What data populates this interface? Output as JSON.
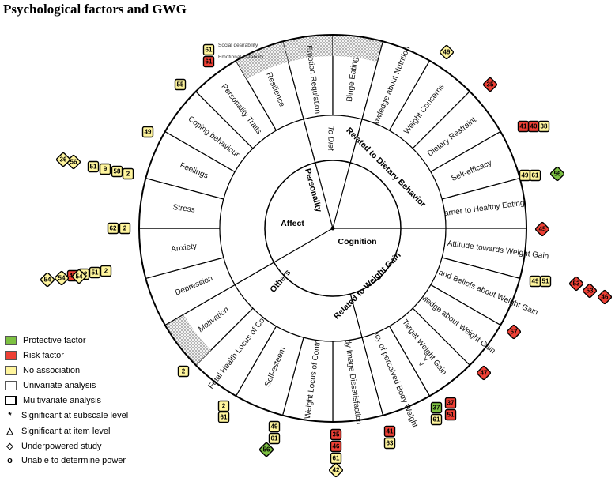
{
  "title": "Psychological factors and GWG",
  "colors": {
    "protective": "#7dc142",
    "risk": "#ee4035",
    "none": "#fff59d",
    "hatch": "#bbbbbb"
  },
  "categories": {
    "personality": "Personality",
    "affect": "Affect",
    "cognition": "Cognition",
    "others": "Others",
    "dietary": "Related to Dietary Behavior",
    "weight_gain": "Related to Weight Gain"
  },
  "segments": [
    {
      "label": "Emotion Regulation",
      "hatched": true
    },
    {
      "label": "Binge Eating",
      "hatched": true
    },
    {
      "label": "Knowledge about Nutrition",
      "hatched": false
    },
    {
      "label": "Weight Concerns",
      "hatched": false
    },
    {
      "label": "Dietary Restraint",
      "hatched": false
    },
    {
      "label": "Self-efficacy",
      "hatched": false
    },
    {
      "label": "Barrier to Healthy Eating",
      "hatched": false
    },
    {
      "label": "Negative Attitude towards Weight Gain",
      "hatched": false
    },
    {
      "label": "Concerns and Beliefs about Weight Gain",
      "hatched": false
    },
    {
      "label": "Knowledge about Weight Gain",
      "hatched": false
    },
    {
      "label": "Target Weight Gain",
      "hatched": false
    },
    {
      "label": "Inaccuracy of perceived Body Weight",
      "hatched": false
    },
    {
      "label": "Body Image Dissatisfaction",
      "hatched": false
    },
    {
      "label": "Weight Locus of Control",
      "hatched": false
    },
    {
      "label": "Self-esteem",
      "hatched": false
    },
    {
      "label": "Fetal Health Locus of Control",
      "hatched": false
    },
    {
      "label": "Motivation",
      "hatched": true
    },
    {
      "label": "Depression",
      "hatched": false
    },
    {
      "label": "Anxiety",
      "hatched": false
    },
    {
      "label": "Stress",
      "hatched": false
    },
    {
      "label": "Feelings",
      "hatched": false
    },
    {
      "label": "Coping behaviour",
      "hatched": false
    },
    {
      "label": "Personality Traits",
      "hatched": false
    },
    {
      "label": "Resilience",
      "hatched": true
    }
  ],
  "inner_labels": {
    "to_diet": "To Diet"
  },
  "target_marks": "< <",
  "badges": [
    {
      "text": "61",
      "color": "none",
      "note": "Social desirability"
    },
    {
      "text": "61",
      "color": "risk",
      "note": "Emotional instability"
    },
    {
      "text": "49",
      "color": "none"
    },
    {
      "text": "35",
      "color": "risk"
    },
    {
      "text": "38",
      "color": "none"
    },
    {
      "text": "40",
      "color": "risk"
    },
    {
      "text": "41",
      "color": "risk"
    },
    {
      "text": "49",
      "color": "none"
    },
    {
      "text": "61",
      "color": "none"
    },
    {
      "text": "56",
      "color": "protective"
    },
    {
      "text": "45",
      "color": "risk"
    },
    {
      "text": "49",
      "color": "none"
    },
    {
      "text": "51",
      "color": "none"
    },
    {
      "text": "53",
      "color": "risk"
    },
    {
      "text": "53",
      "color": "risk"
    },
    {
      "text": "46",
      "color": "risk"
    },
    {
      "text": "57",
      "color": "risk"
    },
    {
      "text": "47",
      "color": "risk"
    },
    {
      "text": "37",
      "color": "protective"
    },
    {
      "text": "61",
      "color": "none"
    },
    {
      "text": "37",
      "color": "risk"
    },
    {
      "text": "51",
      "color": "risk"
    },
    {
      "text": "41",
      "color": "risk"
    },
    {
      "text": "63",
      "color": "none"
    },
    {
      "text": "35",
      "color": "risk"
    },
    {
      "text": "46",
      "color": "risk"
    },
    {
      "text": "61",
      "color": "none"
    },
    {
      "text": "42",
      "color": "none"
    },
    {
      "text": "49",
      "color": "none"
    },
    {
      "text": "61",
      "color": "none"
    },
    {
      "text": "56",
      "color": "protective"
    },
    {
      "text": "2",
      "color": "none"
    },
    {
      "text": "61",
      "color": "none"
    },
    {
      "text": "2",
      "color": "none"
    },
    {
      "text": "45",
      "color": "risk"
    },
    {
      "text": "62",
      "color": "none"
    },
    {
      "text": "51",
      "color": "none"
    },
    {
      "text": "2",
      "color": "none"
    },
    {
      "text": "54",
      "color": "none"
    },
    {
      "text": "54",
      "color": "none"
    },
    {
      "text": "54",
      "color": "none"
    },
    {
      "text": "62",
      "color": "none"
    },
    {
      "text": "2",
      "color": "none"
    },
    {
      "text": "56",
      "color": "none"
    },
    {
      "text": "51",
      "color": "none"
    },
    {
      "text": "9",
      "color": "none"
    },
    {
      "text": "58",
      "color": "none"
    },
    {
      "text": "2",
      "color": "none"
    },
    {
      "text": "36",
      "color": "none"
    },
    {
      "text": "49",
      "color": "none"
    },
    {
      "text": "55",
      "color": "none"
    }
  ],
  "legend": [
    {
      "label": "Protective factor",
      "swatch": "protective"
    },
    {
      "label": "Risk factor",
      "swatch": "risk"
    },
    {
      "label": "No association",
      "swatch": "none"
    },
    {
      "label": "Univariate analysis",
      "swatch": "thin"
    },
    {
      "label": "Multivariate analysis",
      "swatch": "thick"
    },
    {
      "label": "Significant at subscale level",
      "swatch": "star",
      "symbol": "*"
    },
    {
      "label": "Significant at item level",
      "swatch": "triangle",
      "symbol": "△"
    },
    {
      "label": "Underpowered study",
      "swatch": "diamond",
      "symbol": "◇"
    },
    {
      "label": "Unable to determine power",
      "swatch": "circle",
      "symbol": "o"
    }
  ]
}
